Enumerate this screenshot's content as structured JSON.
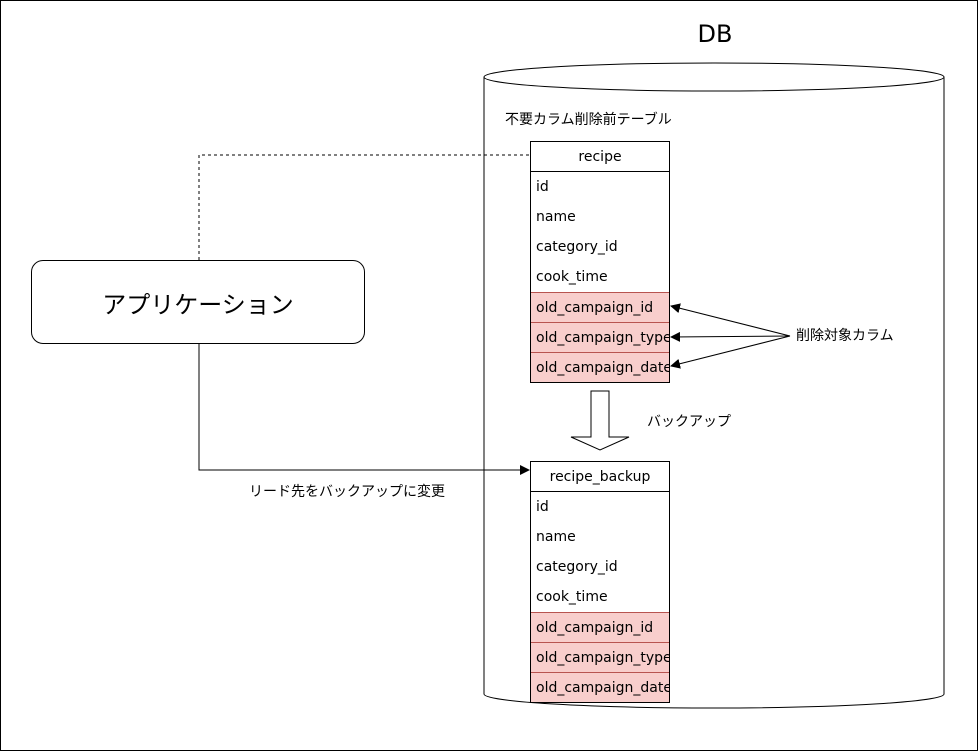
{
  "db_label": "DB",
  "application_label": "アプリケーション",
  "before_table_caption": "不要カラム削除前テーブル",
  "backup_label": "バックアップ",
  "redirect_label": "リード先をバックアップに変更",
  "target_columns_label": "削除対象カラム",
  "tables": {
    "recipe": {
      "name": "recipe",
      "columns": [
        "id",
        "name",
        "category_id",
        "cook_time"
      ],
      "removed_columns": [
        "old_campaign_id",
        "old_campaign_type",
        "old_campaign_date"
      ]
    },
    "recipe_backup": {
      "name": "recipe_backup",
      "columns": [
        "id",
        "name",
        "category_id",
        "cook_time"
      ],
      "removed_columns": [
        "old_campaign_id",
        "old_campaign_type",
        "old_campaign_date"
      ]
    }
  },
  "colors": {
    "highlight_fill": "#f8cecc",
    "highlight_stroke": "#b85450"
  }
}
